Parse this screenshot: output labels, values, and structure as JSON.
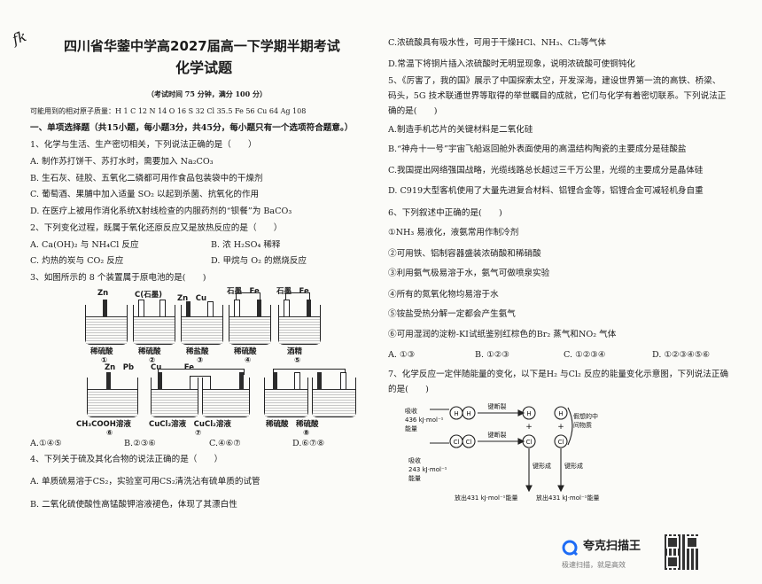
{
  "handwritten": "fk",
  "title": "四川省华蓥中学高2027届高一下学期半期考试",
  "subtitle": "化学试题",
  "exam_info": "（考试时间 75 分钟，满分 100 分）",
  "atomic_mass": "可能用到的相对原子质量：H 1 C 12 N 14 O 16 S 32 Cl 35.5 Fe 56 Cu 64 Ag 108",
  "section1": "一、单项选择题（共15小题，每小题3分，共45分，每小题只有一个选项符合题意。）",
  "q1": {
    "stem": "1、化学与生活、生产密切相关，下列说法正确的是（　　）",
    "A": "A. 制作苏打饼干、苏打水时，需要加入 Na₂CO₃",
    "B": "B. 生石灰、硅胶、五氧化二磷都可用作食品包装袋中的干燥剂",
    "C": "C. 葡萄酒、果脯中加入适量 SO₂ 以起到杀菌、抗氧化的作用",
    "D": "D. 在医疗上被用作消化系统X射线检查的内服药剂的“钡餐”为 BaCO₃"
  },
  "q2": {
    "stem": "2、下列变化过程，既属于氧化还原反应又是放热反应的是（　　）",
    "A": "A. Ca(OH)₂ 与 NH₄Cl 反应",
    "B": "B. 浓 H₂SO₄ 稀释",
    "C": "C. 灼热的炭与 CO₂ 反应",
    "D": "D. 甲烷与 O₂ 的燃烧反应"
  },
  "q3": {
    "stem": "3、如图所示的 8 个装置属于原电池的是(　　)",
    "cells_row1": [
      {
        "electrodes": "Zn",
        "solution": "稀硫酸",
        "num": "①"
      },
      {
        "electrodes": "C(石墨)",
        "solution": "稀硫酸",
        "num": "②"
      },
      {
        "electrodes": "Zn　Cu",
        "solution": "稀盐酸",
        "num": "③"
      },
      {
        "electrodes": "石墨　Fe",
        "solution": "稀硫酸",
        "num": "④"
      },
      {
        "electrodes": "石墨　Fe",
        "solution": "酒精",
        "num": "⑤"
      }
    ],
    "cells_row2": [
      {
        "electrodes": "Zn　Pb",
        "solution": "CH₃COOH溶液",
        "num": "⑥"
      },
      {
        "electrodes": "Cu　　　Fe",
        "solution": "CuCl₂溶液　CuCl₂溶液",
        "num": "⑦"
      },
      {
        "electrodes": "",
        "solution": "稀硫酸　稀硫酸",
        "num": "⑧"
      }
    ],
    "A": "A.①④⑤",
    "B": "B.②③⑥",
    "C": "C.④⑥⑦",
    "D": "D.⑥⑦⑧"
  },
  "q4": {
    "stem": "4、下列关于硫及其化合物的说法正确的是（　　）",
    "A": "A. 单质硫易溶于CS₂，实验室可用CS₂清洗沾有硫单质的试管",
    "B": "B. 二氧化硫使酸性高锰酸钾溶液褪色，体现了其漂白性",
    "C": "C.浓硫酸具有吸水性，可用于干燥HCl、NH₃、Cl₂等气体",
    "D": "D.常温下将铜片插入浓硫酸时无明显现象，说明浓硫酸可使铜钝化"
  },
  "q5": {
    "stem1": "5、《厉害了，我的国》展示了中国探索太空，开发深海，建设世界第一流的高铁、桥梁、",
    "stem2": "码头，5G 技术联通世界等取得的举世瞩目的成就，它们与化学有着密切联系。下列说法正",
    "stem3": "确的是(　　)",
    "A": "A.制造手机芯片的关键材料是二氧化硅",
    "B1": "B.“神舟十一号”宇宙飞船返回舱外表面使用的高温结构陶瓷的主要成分是硅酸盐",
    "C": "C.我国提出网络强国战略，光缆线路总长超过三千万公里，光缆的主要成分是晶体硅",
    "D": "D. C919大型客机使用了大量先进复合材料、铝锂合金等，铝锂合金可减轻机身自重"
  },
  "q6": {
    "stem": "6、下列叙述中正确的是(　　)",
    "s1": "①NH₃ 易液化，液氨常用作制冷剂",
    "s2": "②可用铁、铝制容器盛装浓硝酸和稀硝酸",
    "s3": "③利用氨气极易溶于水，氨气可做喷泉实验",
    "s4": "④所有的氮氧化物均易溶于水",
    "s5": "⑤铵盐受热分解一定都会产生氨气",
    "s6": "⑥可用湿润的淀粉-KI试纸鉴别红棕色的Br₂ 蒸气和NO₂ 气体",
    "A": "A. ①③",
    "B": "B. ①②③",
    "C": "C. ①②③④",
    "D": "D. ①②③④⑤⑥"
  },
  "q7": {
    "stem1": "7、化学反应一定伴随能量的变化，以下是H₂ 与Cl₂ 反应的能量变化示意图，下列说法正确",
    "stem2": "的是(　　)",
    "absorb1_a": "吸收",
    "absorb1_b": "436 kJ·mol⁻¹",
    "absorb1_c": "能量",
    "absorb2_a": "吸收",
    "absorb2_b": "243 kJ·mol⁻¹",
    "absorb2_c": "能量",
    "break1": "键断裂",
    "break2": "键断裂",
    "form1": "键形成",
    "form2": "键形成",
    "release1": "放出431 kJ·mol⁻¹能量",
    "release2": "放出431 kJ·mol⁻¹能量",
    "intermediate_a": "假想的中",
    "intermediate_b": "间物质",
    "atom_h": "H",
    "atom_cl": "Cl",
    "plus": "+"
  },
  "watermark": {
    "name": "夸克扫描王",
    "slogan": "极速扫描，就是高效"
  }
}
